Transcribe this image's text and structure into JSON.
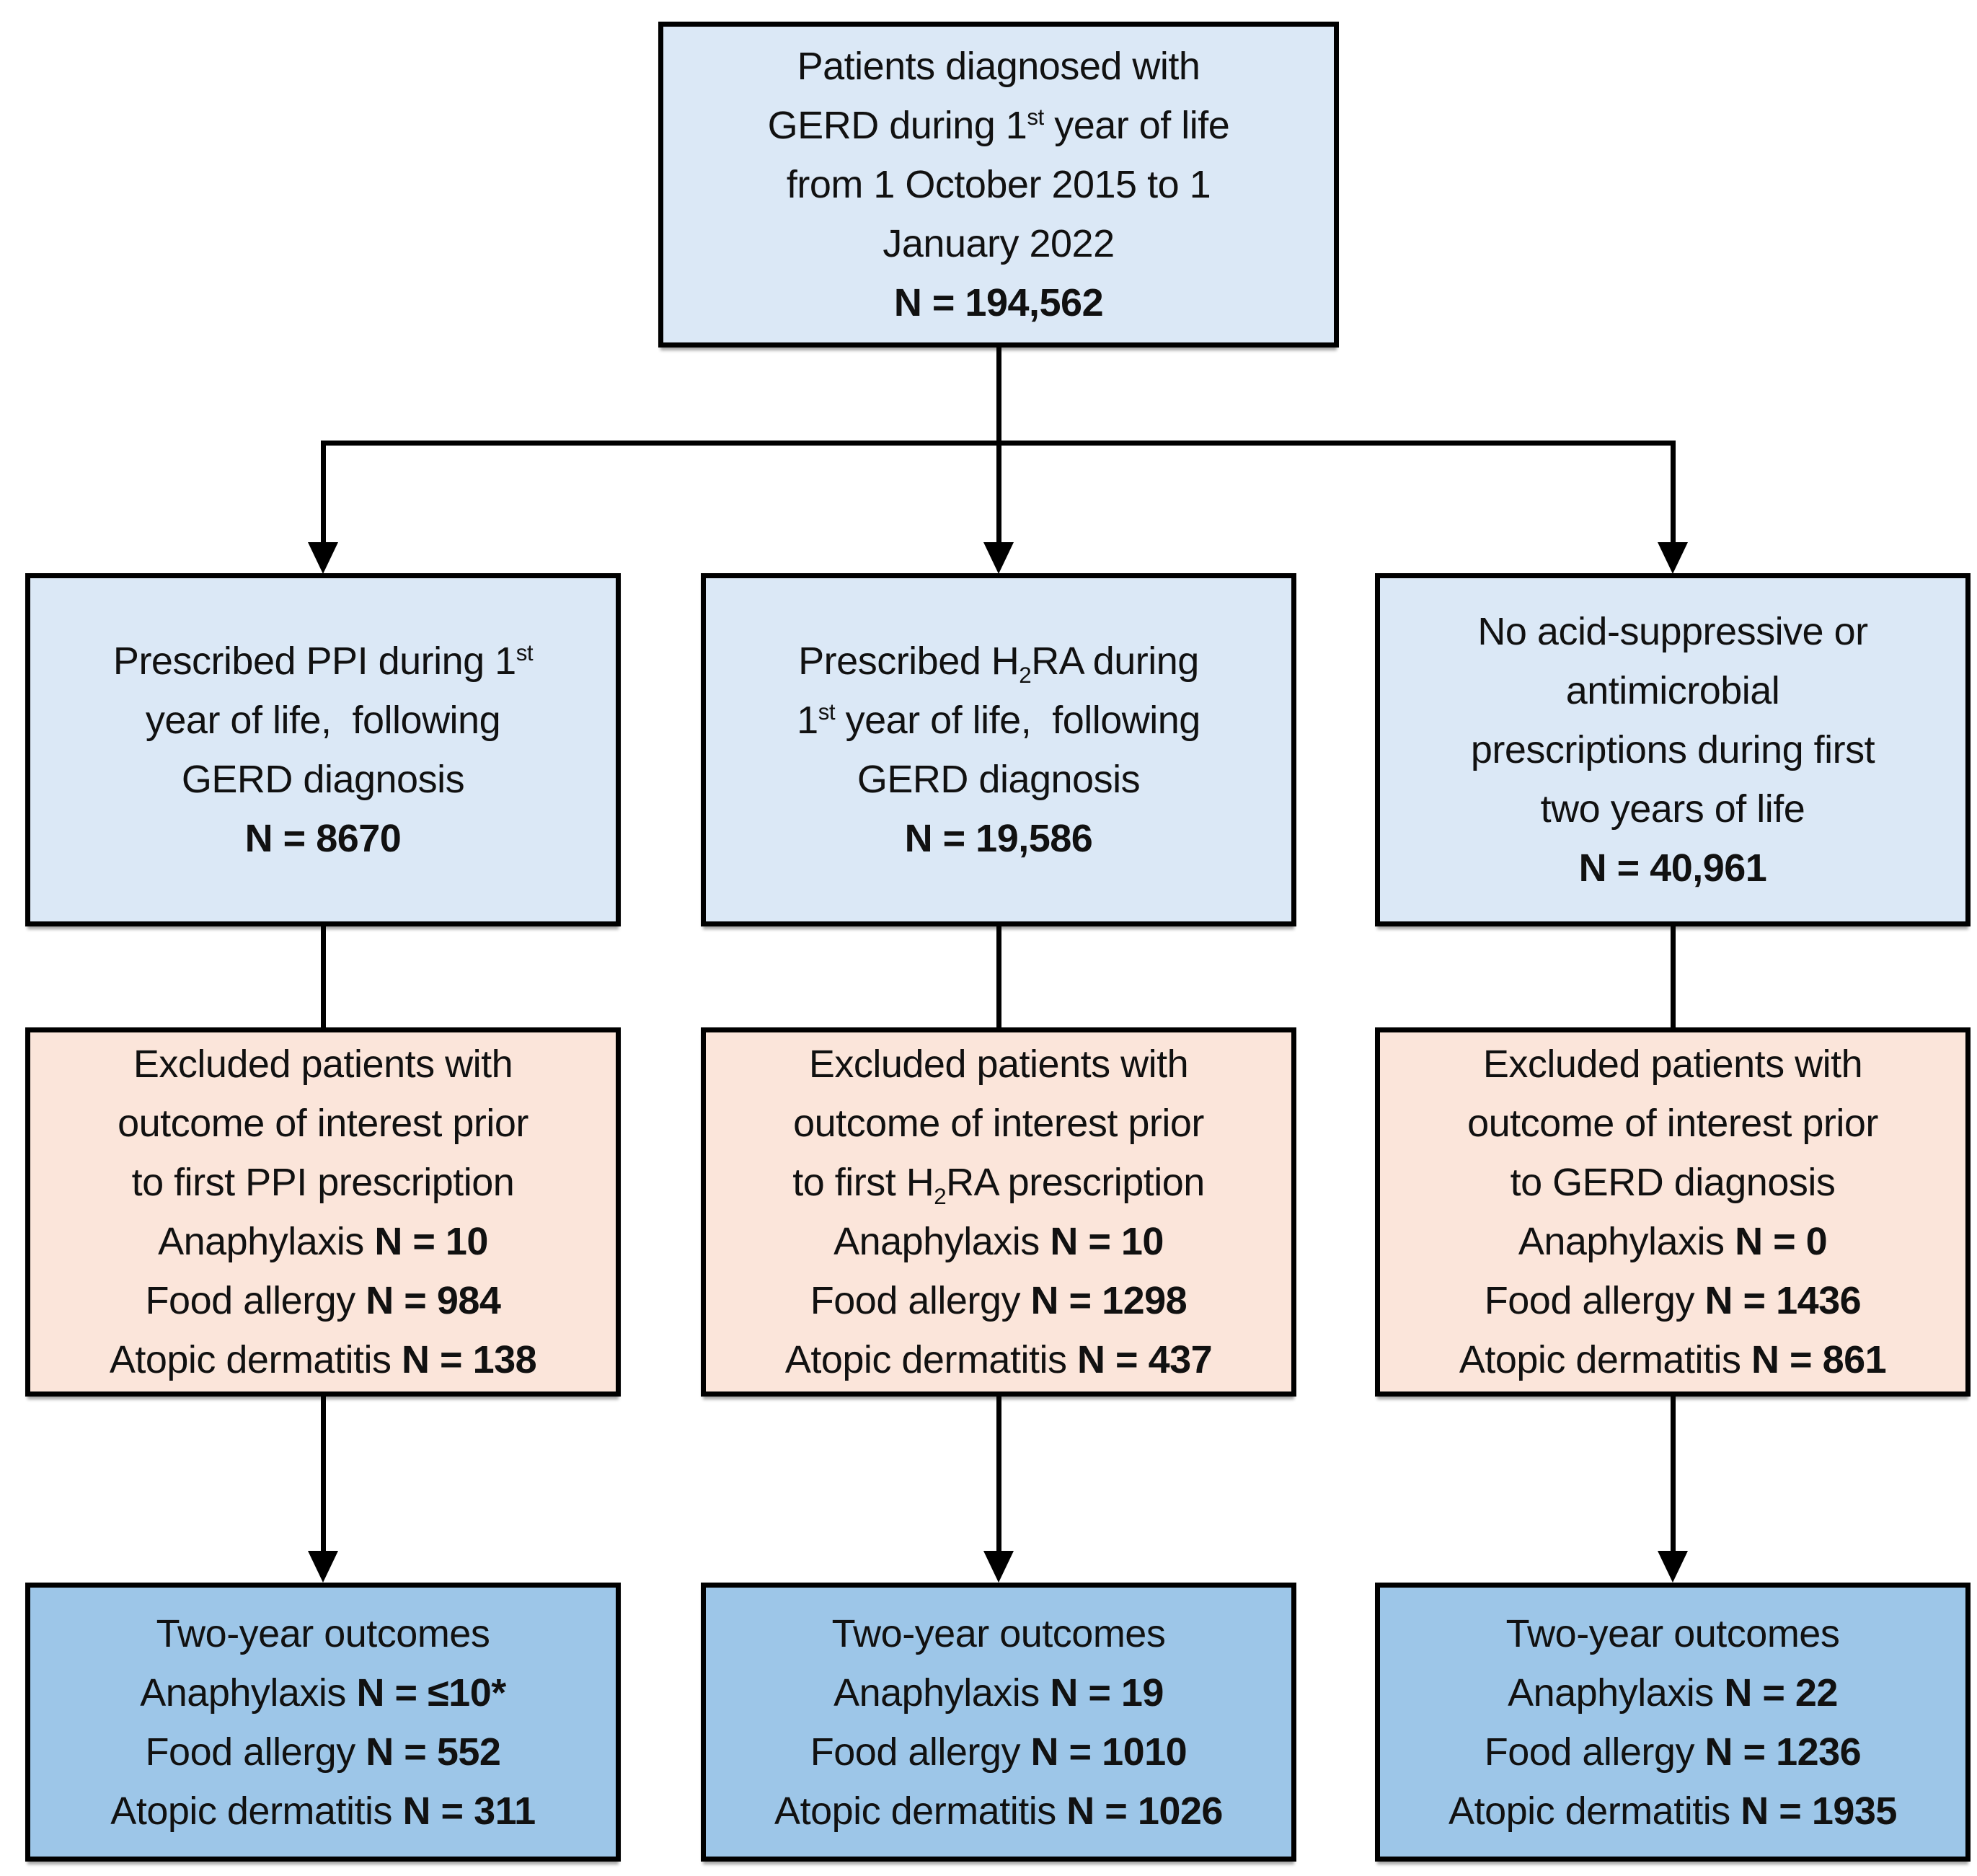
{
  "figure": {
    "background": "#ffffff",
    "colors": {
      "cohort_fill": "#dbe8f6",
      "excluded_fill": "#fbe5da",
      "outcome_fill": "#9dc6e8",
      "border": "#000000",
      "text": "#111111"
    },
    "top_box": {
      "lines": [
        "Patients diagnosed with",
        "GERD during 1^{st} year of life",
        "from 1 October 2015 to 1",
        "January 2022"
      ],
      "n": "N = 194,562"
    },
    "columns": [
      {
        "id": "ppi",
        "cohort": {
          "lines": [
            "Prescribed PPI during 1^{st}",
            "year of life,  following",
            "GERD diagnosis"
          ],
          "n": "N = 8670"
        },
        "excluded": {
          "lines": [
            "Excluded patients with",
            "outcome of interest prior",
            "to first PPI prescription"
          ],
          "items": [
            {
              "label": "Anaphylaxis",
              "n": "N = 10"
            },
            {
              "label": "Food allergy",
              "n": "N = 984"
            },
            {
              "label": "Atopic dermatitis",
              "n": "N = 138"
            }
          ]
        },
        "outcomes": {
          "title": "Two-year outcomes",
          "items": [
            {
              "label": "Anaphylaxis",
              "n": "N = ≤10*"
            },
            {
              "label": "Food allergy",
              "n": "N = 552"
            },
            {
              "label": "Atopic dermatitis",
              "n": "N = 311"
            }
          ]
        }
      },
      {
        "id": "h2ra",
        "cohort": {
          "lines": [
            "Prescribed H_{2}RA during",
            "1^{st} year of life,  following",
            "GERD diagnosis"
          ],
          "n": "N = 19,586"
        },
        "excluded": {
          "lines": [
            "Excluded patients with",
            "outcome of interest prior",
            "to first H_{2}RA prescription"
          ],
          "items": [
            {
              "label": "Anaphylaxis",
              "n": "N = 10"
            },
            {
              "label": "Food allergy",
              "n": "N = 1298"
            },
            {
              "label": "Atopic dermatitis",
              "n": "N = 437"
            }
          ]
        },
        "outcomes": {
          "title": "Two-year outcomes",
          "items": [
            {
              "label": "Anaphylaxis",
              "n": "N = 19"
            },
            {
              "label": "Food allergy",
              "n": "N = 1010"
            },
            {
              "label": "Atopic dermatitis",
              "n": "N = 1026"
            }
          ]
        }
      },
      {
        "id": "control",
        "cohort": {
          "lines": [
            "No acid-suppressive or",
            "antimicrobial",
            "prescriptions during first",
            "two years of life"
          ],
          "n": "N = 40,961"
        },
        "excluded": {
          "lines": [
            "Excluded patients with",
            "outcome of interest prior",
            "to GERD diagnosis"
          ],
          "items": [
            {
              "label": "Anaphylaxis",
              "n": "N = 0"
            },
            {
              "label": "Food allergy",
              "n": "N = 1436"
            },
            {
              "label": "Atopic dermatitis",
              "n": "N = 861"
            }
          ]
        },
        "outcomes": {
          "title": "Two-year outcomes",
          "items": [
            {
              "label": "Anaphylaxis",
              "n": "N = 22"
            },
            {
              "label": "Food allergy",
              "n": "N = 1236"
            },
            {
              "label": "Atopic dermatitis",
              "n": "N = 1935"
            }
          ]
        }
      }
    ]
  }
}
